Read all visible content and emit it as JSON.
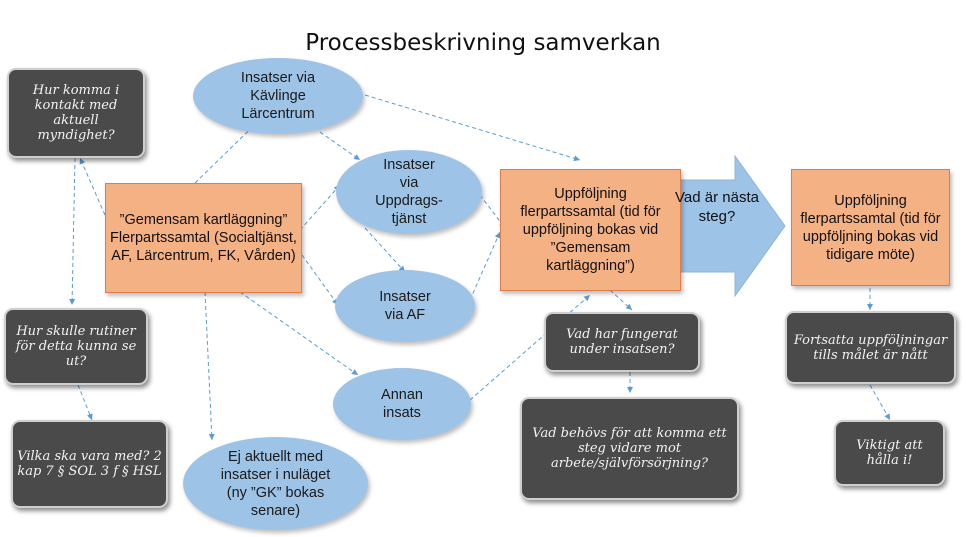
{
  "title": "Processbeskrivning samverkan",
  "nodes": {
    "kavlinge": "Insatser via Kävlinge Lärcentrum",
    "uppdrag": "Insatser via Uppdrags-tjänst",
    "af": "Insatser via AF",
    "annan": "Annan insats",
    "ej_aktuellt": "Ej aktuellt med insatser i nuläget (ny ”GK” bokas senare)",
    "kartlaggning": "”Gemensam kartläggning” Flerpartssamtal (Socialtjänst, AF, Lärcentrum, FK, Vården)",
    "uppfoljning1": "Uppföljning flerpartssamtal (tid för uppföljning bokas vid ”Gemensam kartläggning”)",
    "uppfoljning2": "Uppföljning flerpartssamtal (tid för uppföljning bokas vid tidigare möte)",
    "next_step": "Vad är nästa steg?"
  },
  "notes": {
    "kontakt": "Hur komma i kontakt med aktuell myndighet?",
    "rutiner": "Hur skulle rutiner för detta kunna se ut?",
    "vilka": "Vilka ska vara med? 2 kap 7 § SOL 3 f § HSL",
    "fungerat": "Vad har fungerat under insatsen?",
    "behovs": "Vad behövs för att komma ett steg vidare mot arbete/självförsörjning?",
    "fortsatta": "Fortsatta uppföljningar tills målet är nått",
    "viktigt": "Viktigt att hålla i!"
  },
  "colors": {
    "ellipse": "#9dc3e6",
    "process_box": "#f4b183",
    "note_box": "#4a4a4a",
    "big_arrow": "#9dc3e6",
    "connector": "#5b9bd5"
  }
}
